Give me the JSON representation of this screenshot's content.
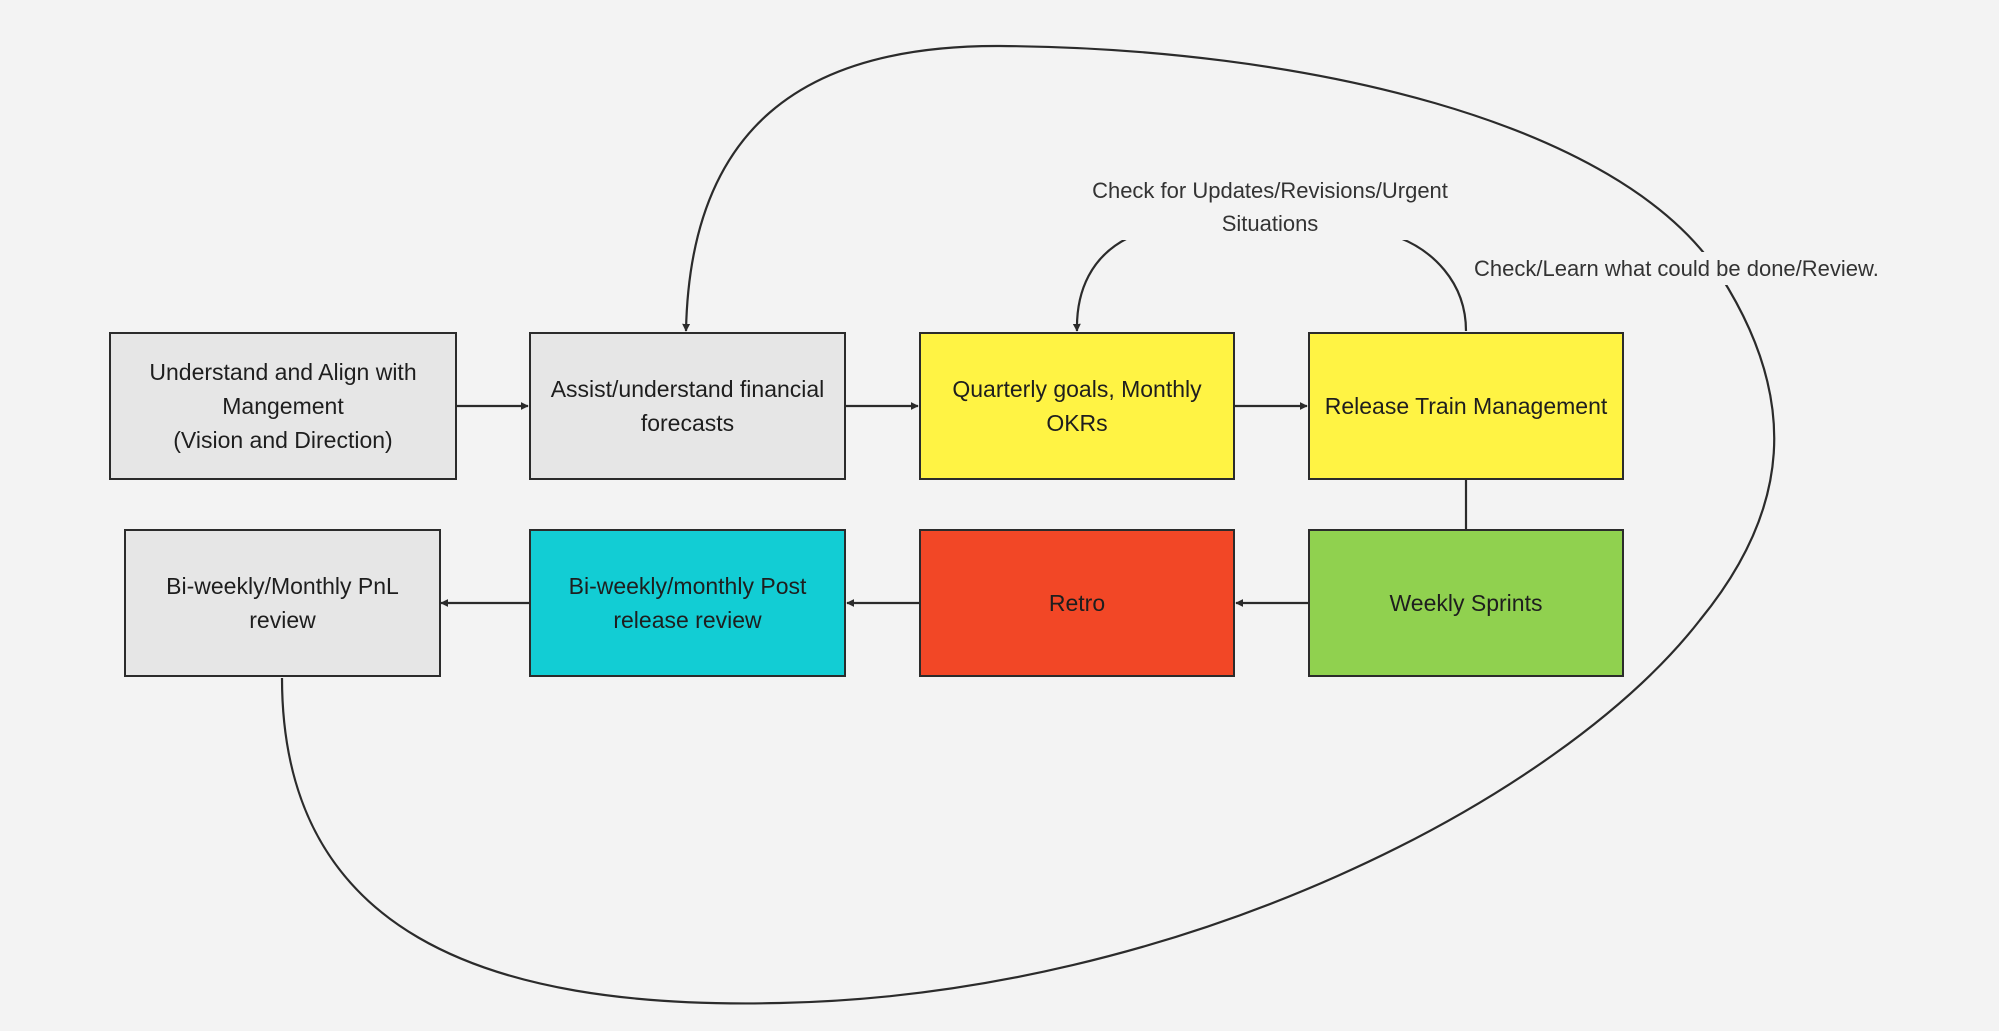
{
  "colors": {
    "background": "#f3f3f3",
    "grey": "#e6e6e6",
    "yellow": "#fff344",
    "green": "#90d14f",
    "red": "#f24726",
    "cyan": "#12cdd4",
    "stroke": "#2b2b2b"
  },
  "nodes": {
    "understand": "Understand and Align with Mangement\n(Vision and Direction)",
    "assist": "Assist/understand financial forecasts",
    "quarterly": "Quarterly goals, Monthly OKRs",
    "release_train": "Release Train Management",
    "weekly_sprints": "Weekly Sprints",
    "retro": "Retro",
    "post_release": "Bi-weekly/monthly Post release review",
    "pnl": "Bi-weekly/Monthly PnL review"
  },
  "labels": {
    "check_updates": "Check for Updates/Revisions/Urgent\nSituations",
    "check_learn": "Check/Learn what could be done/Review."
  }
}
